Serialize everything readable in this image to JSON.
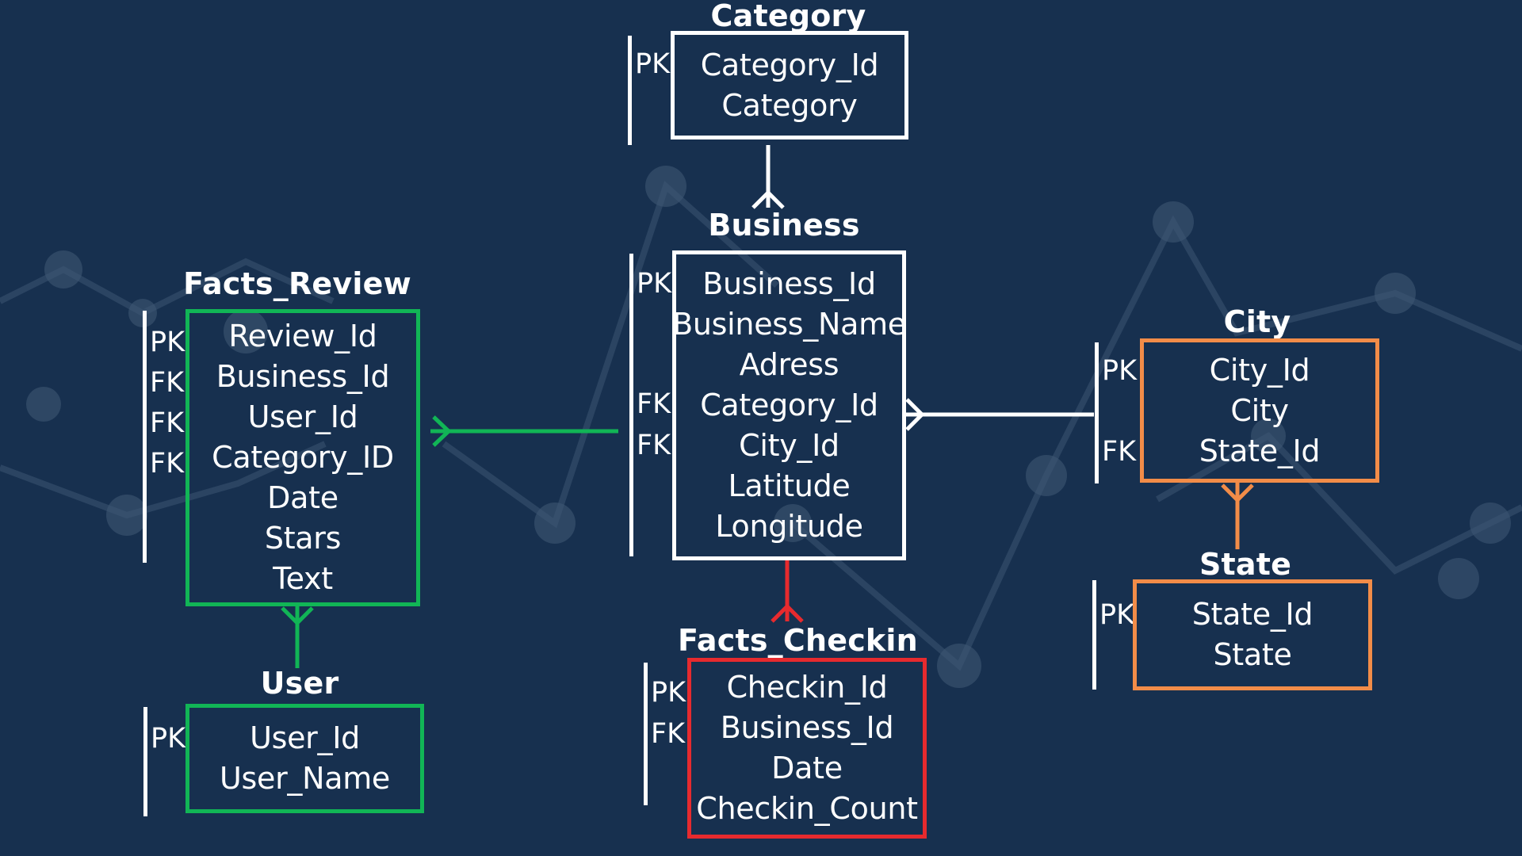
{
  "colors": {
    "background": "#17304f",
    "white": "#ffffff",
    "green": "#11b556",
    "red": "#e72a2e",
    "orange": "#f28c48"
  },
  "tables": {
    "category": {
      "title": "Category",
      "fields": [
        "Category_Id",
        "Category"
      ],
      "keys": [
        "PK"
      ]
    },
    "business": {
      "title": "Business",
      "fields": [
        "Business_Id",
        "Business_Name",
        "Adress",
        "Category_Id",
        "City_Id",
        "Latitude",
        "Longitude"
      ],
      "keys": [
        "PK",
        "FK",
        "FK"
      ]
    },
    "facts_review": {
      "title": "Facts_Review",
      "fields": [
        "Review_Id",
        "Business_Id",
        "User_Id",
        "Category_ID",
        "Date",
        "Stars",
        "Text"
      ],
      "keys": [
        "PK",
        "FK",
        "FK",
        "FK"
      ]
    },
    "user": {
      "title": "User",
      "fields": [
        "User_Id",
        "User_Name"
      ],
      "keys": [
        "PK"
      ]
    },
    "facts_checkin": {
      "title": "Facts_Checkin",
      "fields": [
        "Checkin_Id",
        "Business_Id",
        "Date",
        "Checkin_Count"
      ],
      "keys": [
        "PK",
        "FK"
      ]
    },
    "city": {
      "title": "City",
      "fields": [
        "City_Id",
        "City",
        "State_Id"
      ],
      "keys": [
        "PK",
        "FK"
      ]
    },
    "state": {
      "title": "State",
      "fields": [
        "State_Id",
        "State"
      ],
      "keys": [
        "PK"
      ]
    }
  }
}
